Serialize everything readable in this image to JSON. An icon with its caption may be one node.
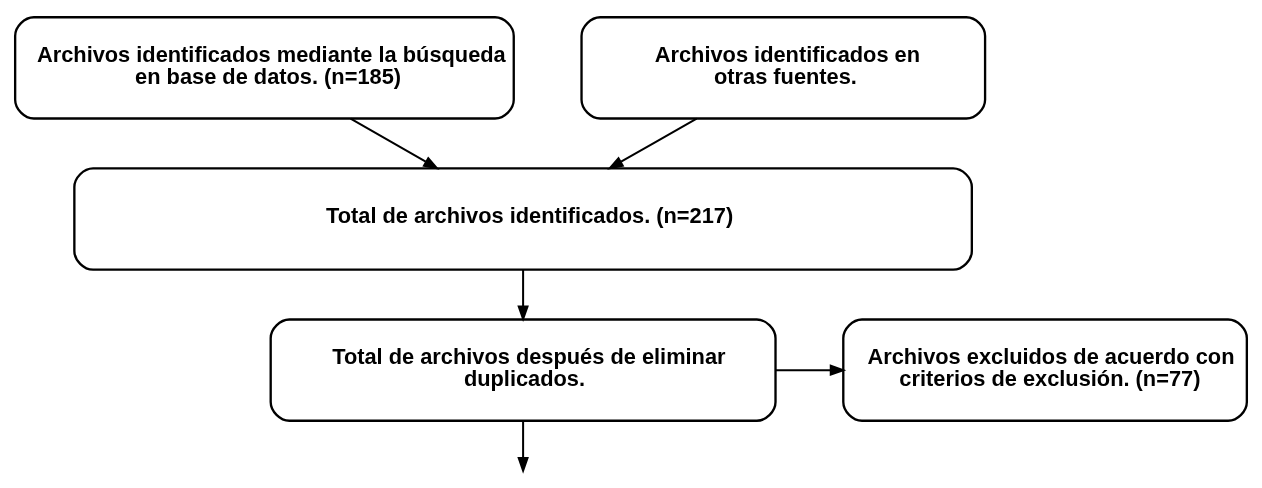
{
  "diagram": {
    "nodes": [
      {
        "text": [
          "Archivos identificados mediante la búsqueda en base de datos. (n=185)"
        ]
      },
      {
        "text": [
          "Archivos identificados en otras fuentes."
        ]
      },
      {
        "text": [
          "Total de archivos identificados. (n=217)"
        ]
      },
      {
        "text": [
          "Total de archivos después de eliminar duplicados."
        ]
      },
      {
        "text": [
          "Archivos excluidos de acuerdo con criterios de exclusión. (n=77)"
        ]
      }
    ],
    "edges": [
      {
        "from": 0,
        "to": 2,
        "arrow": "to"
      },
      {
        "from": 1,
        "to": 2,
        "arrow": "to"
      },
      {
        "from": 2,
        "to": 3,
        "arrow": "to"
      },
      {
        "from": 3,
        "to": 4,
        "arrow": "to"
      },
      {
        "from": 3,
        "to": null,
        "arrow": "to"
      }
    ]
  }
}
